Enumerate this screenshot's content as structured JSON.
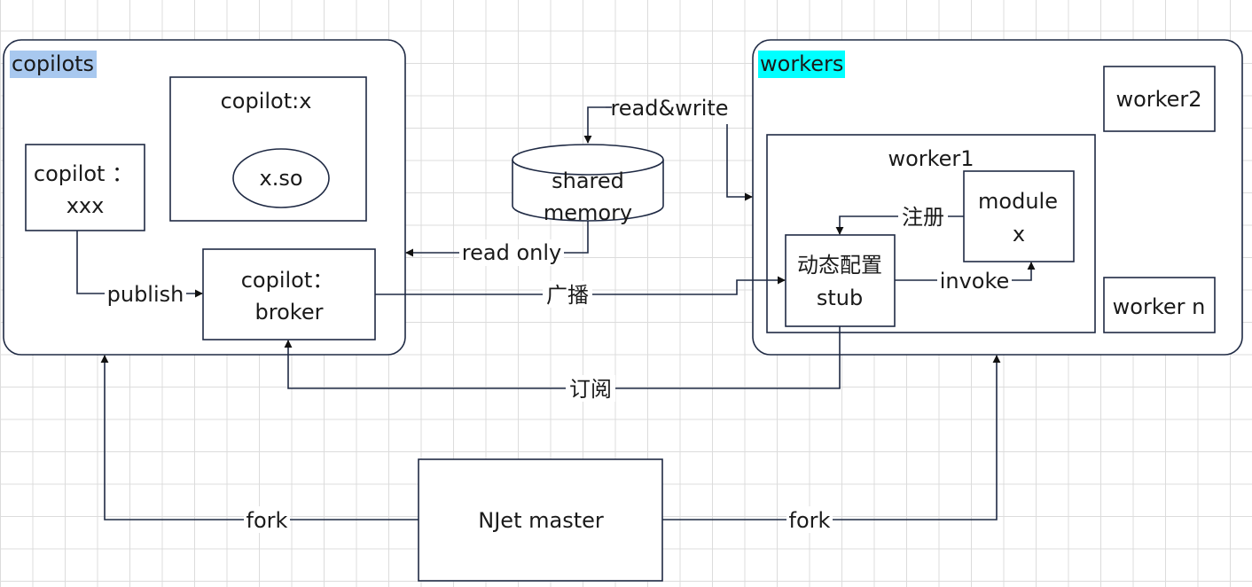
{
  "colors": {
    "copilots_highlight": "#a8c8ef",
    "workers_highlight": "#00ffff",
    "stroke": "#1f2a44",
    "grid": "#dcdcdc"
  },
  "groups": {
    "copilots": {
      "title": "copilots"
    },
    "workers": {
      "title": "workers"
    }
  },
  "nodes": {
    "copilot_x": "copilot:x",
    "x_so": "x.so",
    "copilot_xxx": [
      "copilot  ：",
      "xxx"
    ],
    "broker": [
      "copilot：",
      "broker"
    ],
    "shared_memory": [
      "shared",
      "memory"
    ],
    "worker1": "worker1",
    "worker2": "worker2",
    "worker_n": "worker n",
    "module_x": [
      "module",
      "x"
    ],
    "stub": [
      "动态配置",
      "stub"
    ],
    "njet_master": "NJet master"
  },
  "edges": {
    "read_write": "read&write",
    "read_only": "read only",
    "publish": "publish",
    "broadcast": "广播",
    "register": "注册",
    "invoke": "invoke",
    "subscribe": "订阅",
    "fork_left": "fork",
    "fork_right": "fork"
  }
}
